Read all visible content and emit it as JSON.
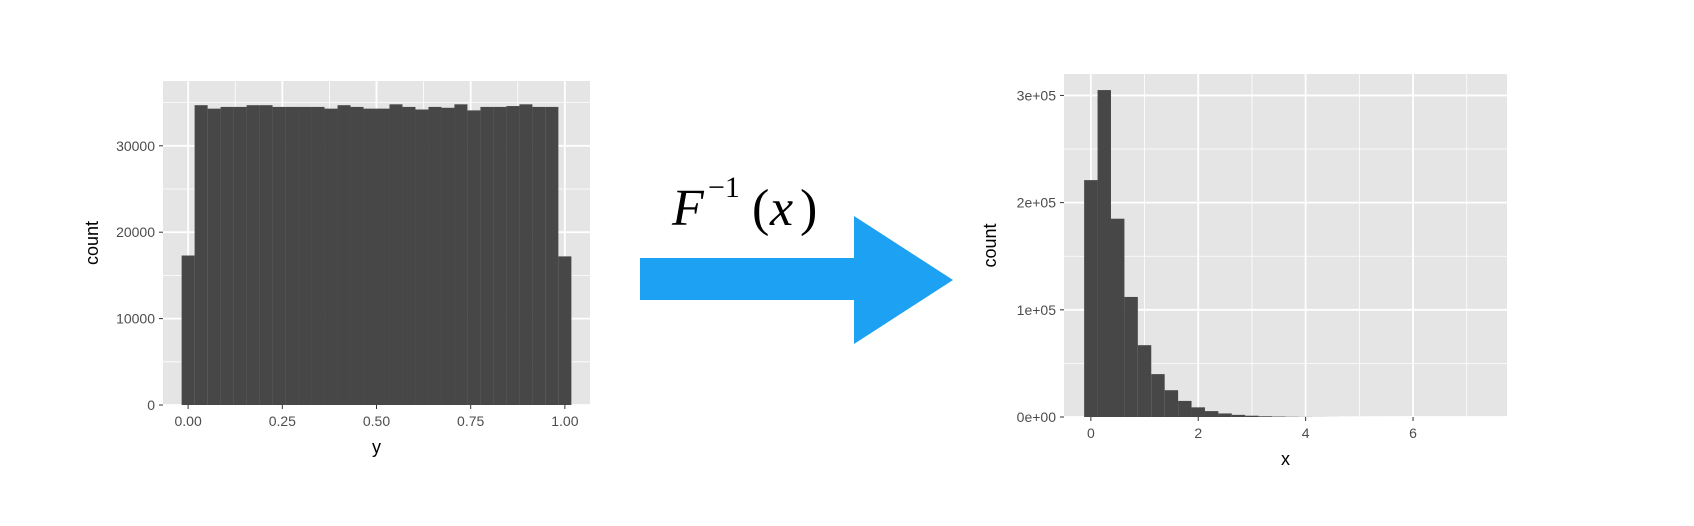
{
  "colors": {
    "panel_bg": "#e5e5e5",
    "grid": "#ffffff",
    "bar_fill": "#474747",
    "arrow": "#1da1f2",
    "tick_text": "#4d4d4d"
  },
  "transform": {
    "F": "F",
    "superscript": "−1",
    "open": "(",
    "var": "x",
    "close": ")"
  },
  "chart_data": [
    {
      "type": "bar",
      "subtype": "histogram",
      "title": "",
      "xlabel": "y",
      "ylabel": "count",
      "xlim": [
        -0.0667,
        1.0667
      ],
      "ylim": [
        0,
        37500
      ],
      "grid": true,
      "bin_width": 0.0345,
      "x_ticks": [
        0,
        0.25,
        0.5,
        0.75,
        1
      ],
      "x_tick_labels": [
        "0.00",
        "0.25",
        "0.50",
        "0.75",
        "1.00"
      ],
      "x_minor": [
        0.125,
        0.375,
        0.625,
        0.875
      ],
      "y_ticks": [
        0,
        10000,
        20000,
        30000
      ],
      "y_tick_labels": [
        "0",
        "10000",
        "20000",
        "30000"
      ],
      "y_minor": [
        5000,
        15000,
        25000,
        35000
      ],
      "bins": [
        {
          "x": 0.0,
          "count": 17300
        },
        {
          "x": 0.0345,
          "count": 34700
        },
        {
          "x": 0.069,
          "count": 34300
        },
        {
          "x": 0.1034,
          "count": 34500
        },
        {
          "x": 0.1379,
          "count": 34500
        },
        {
          "x": 0.1724,
          "count": 34700
        },
        {
          "x": 0.2069,
          "count": 34700
        },
        {
          "x": 0.2414,
          "count": 34500
        },
        {
          "x": 0.2759,
          "count": 34500
        },
        {
          "x": 0.3103,
          "count": 34500
        },
        {
          "x": 0.3448,
          "count": 34500
        },
        {
          "x": 0.3793,
          "count": 34300
        },
        {
          "x": 0.4138,
          "count": 34700
        },
        {
          "x": 0.4483,
          "count": 34500
        },
        {
          "x": 0.4828,
          "count": 34300
        },
        {
          "x": 0.5172,
          "count": 34300
        },
        {
          "x": 0.5517,
          "count": 34800
        },
        {
          "x": 0.5862,
          "count": 34500
        },
        {
          "x": 0.6207,
          "count": 34200
        },
        {
          "x": 0.6552,
          "count": 34500
        },
        {
          "x": 0.6897,
          "count": 34400
        },
        {
          "x": 0.7241,
          "count": 34800
        },
        {
          "x": 0.7586,
          "count": 34100
        },
        {
          "x": 0.7931,
          "count": 34500
        },
        {
          "x": 0.8276,
          "count": 34500
        },
        {
          "x": 0.8621,
          "count": 34600
        },
        {
          "x": 0.8966,
          "count": 34800
        },
        {
          "x": 0.931,
          "count": 34500
        },
        {
          "x": 0.9655,
          "count": 34500
        },
        {
          "x": 1.0,
          "count": 17200
        }
      ]
    },
    {
      "type": "bar",
      "subtype": "histogram",
      "title": "",
      "xlabel": "x",
      "ylabel": "count",
      "xlim": [
        -0.5,
        7.75
      ],
      "ylim": [
        0,
        320000
      ],
      "grid": true,
      "bin_width": 0.25,
      "x_ticks": [
        0,
        2,
        4,
        6
      ],
      "x_tick_labels": [
        "0",
        "2",
        "4",
        "6"
      ],
      "x_minor": [
        1,
        3,
        5,
        7
      ],
      "y_ticks": [
        0,
        100000,
        200000,
        300000
      ],
      "y_tick_labels": [
        "0e+00",
        "1e+05",
        "2e+05",
        "3e+05"
      ],
      "y_minor": [
        50000,
        150000,
        250000
      ],
      "bins": [
        {
          "x": 0.0,
          "count": 221000
        },
        {
          "x": 0.25,
          "count": 305000
        },
        {
          "x": 0.5,
          "count": 185000
        },
        {
          "x": 0.75,
          "count": 112000
        },
        {
          "x": 1.0,
          "count": 67000
        },
        {
          "x": 1.25,
          "count": 40000
        },
        {
          "x": 1.5,
          "count": 25000
        },
        {
          "x": 1.75,
          "count": 15000
        },
        {
          "x": 2.0,
          "count": 9000
        },
        {
          "x": 2.25,
          "count": 5500
        },
        {
          "x": 2.5,
          "count": 3300
        },
        {
          "x": 2.75,
          "count": 2000
        },
        {
          "x": 3.0,
          "count": 1200
        },
        {
          "x": 3.25,
          "count": 700
        },
        {
          "x": 3.5,
          "count": 450
        },
        {
          "x": 3.75,
          "count": 270
        },
        {
          "x": 4.0,
          "count": 160
        },
        {
          "x": 4.25,
          "count": 100
        },
        {
          "x": 4.5,
          "count": 60
        },
        {
          "x": 4.75,
          "count": 35
        },
        {
          "x": 5.0,
          "count": 20
        },
        {
          "x": 5.25,
          "count": 12
        },
        {
          "x": 5.5,
          "count": 8
        },
        {
          "x": 5.75,
          "count": 5
        },
        {
          "x": 6.0,
          "count": 3
        },
        {
          "x": 6.25,
          "count": 2
        },
        {
          "x": 6.5,
          "count": 1
        },
        {
          "x": 6.75,
          "count": 1
        },
        {
          "x": 7.0,
          "count": 1
        }
      ]
    }
  ]
}
